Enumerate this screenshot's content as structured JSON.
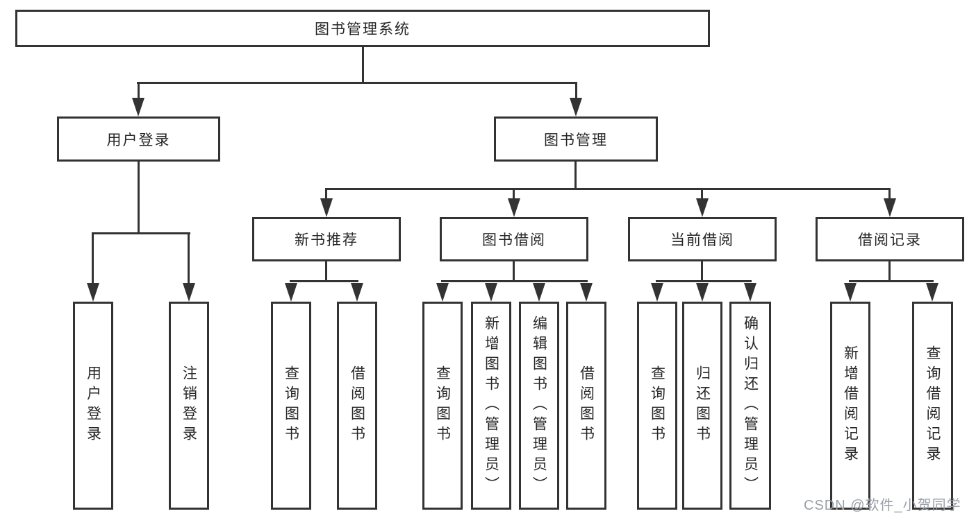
{
  "diagram": {
    "root_label": "图书管理系统",
    "branches": [
      {
        "label": "用户登录",
        "children": [
          "用户登录",
          "注销登录"
        ]
      },
      {
        "label": "图书管理",
        "modules": [
          {
            "label": "新书推荐",
            "children": [
              "查询图书",
              "借阅图书"
            ]
          },
          {
            "label": "图书借阅",
            "children": [
              "查询图书",
              "新增图书（管理员）",
              "编辑图书（管理员）",
              "借阅图书"
            ]
          },
          {
            "label": "当前借阅",
            "children": [
              "查询图书",
              "归还图书",
              "确认归还（管理员）"
            ]
          },
          {
            "label": "借阅记录",
            "children": [
              "新增借阅记录",
              "查询借阅记录"
            ]
          }
        ]
      }
    ]
  },
  "watermark": "CSDN @软件_小贺同学",
  "colors": {
    "line": "#333333",
    "box_border": "#333333",
    "text": "#262626",
    "watermark": "#9aa0a8",
    "background": "#ffffff"
  }
}
